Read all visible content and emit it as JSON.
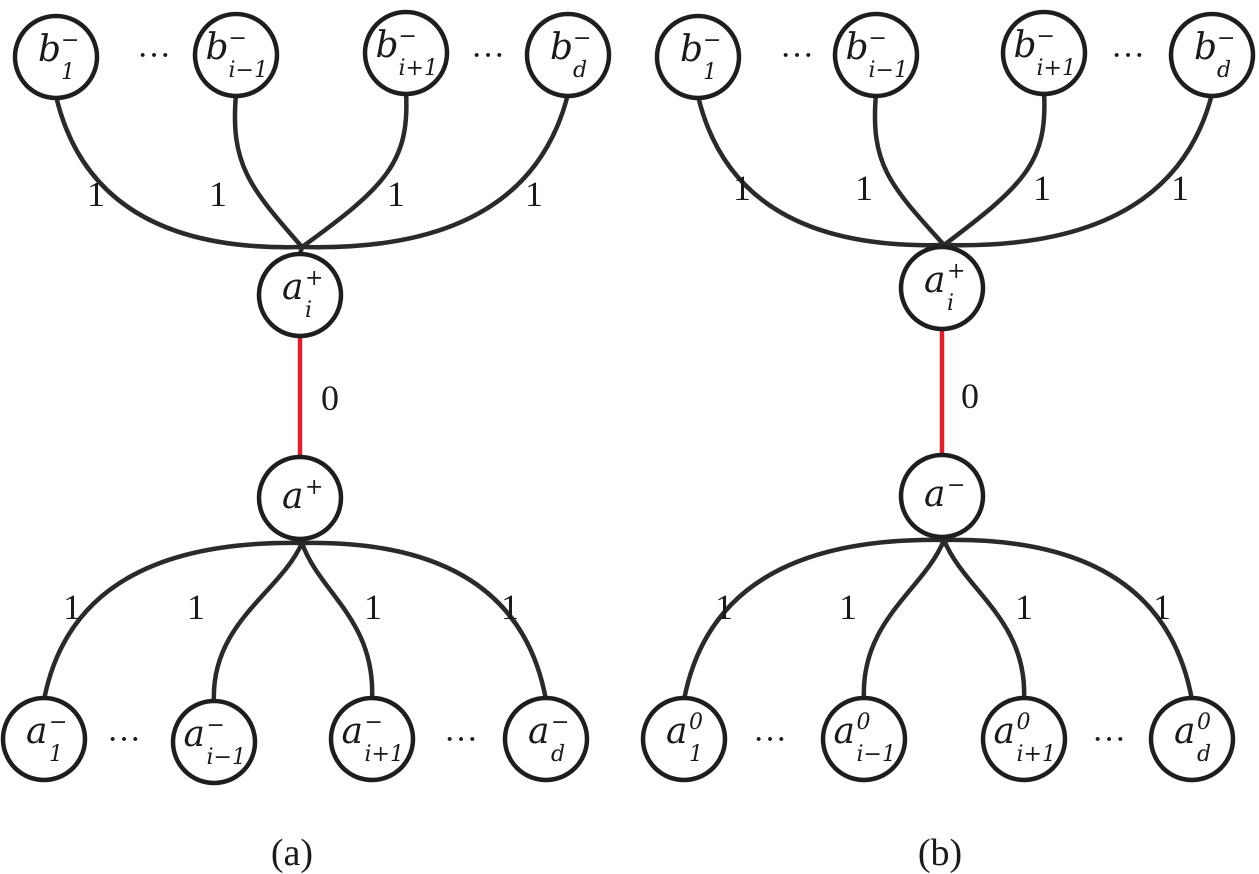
{
  "panels": [
    {
      "caption": "(a)",
      "top_nodes": [
        {
          "base": "b",
          "sub": "1",
          "sup": "−"
        },
        {
          "base": "b",
          "sub": "i−1",
          "sup": "−"
        },
        {
          "base": "b",
          "sub": "i+1",
          "sup": "−"
        },
        {
          "base": "b",
          "sub": "d",
          "sup": "−"
        }
      ],
      "top_dots": [
        "···",
        "···"
      ],
      "top_weights": [
        "1",
        "1",
        "1",
        "1"
      ],
      "upper_hub": {
        "base": "a",
        "sub": "i",
        "sup": "+"
      },
      "link_weight": "0",
      "lower_hub": {
        "base": "a",
        "sub": "",
        "sup": "+"
      },
      "bottom_weights": [
        "1",
        "1",
        "1",
        "1"
      ],
      "bottom_nodes": [
        {
          "base": "a",
          "sub": "1",
          "sup": "−"
        },
        {
          "base": "a",
          "sub": "i−1",
          "sup": "−"
        },
        {
          "base": "a",
          "sub": "i+1",
          "sup": "−"
        },
        {
          "base": "a",
          "sub": "d",
          "sup": "−"
        }
      ],
      "bottom_dots": [
        "···",
        "···"
      ]
    },
    {
      "caption": "(b)",
      "top_nodes": [
        {
          "base": "b",
          "sub": "1",
          "sup": "−"
        },
        {
          "base": "b",
          "sub": "i−1",
          "sup": "−"
        },
        {
          "base": "b",
          "sub": "i+1",
          "sup": "−"
        },
        {
          "base": "b",
          "sub": "d",
          "sup": "−"
        }
      ],
      "top_dots": [
        "···",
        "···"
      ],
      "top_weights": [
        "1",
        "1",
        "1",
        "1"
      ],
      "upper_hub": {
        "base": "a",
        "sub": "i",
        "sup": "+"
      },
      "link_weight": "0",
      "lower_hub": {
        "base": "a",
        "sub": "",
        "sup": "−"
      },
      "bottom_weights": [
        "1",
        "1",
        "1",
        "1"
      ],
      "bottom_nodes": [
        {
          "base": "a",
          "sub": "1",
          "sup": "0"
        },
        {
          "base": "a",
          "sub": "i−1",
          "sup": "0"
        },
        {
          "base": "a",
          "sub": "i+1",
          "sup": "0"
        },
        {
          "base": "a",
          "sub": "d",
          "sup": "0"
        }
      ],
      "bottom_dots": [
        "···",
        "···"
      ]
    }
  ]
}
